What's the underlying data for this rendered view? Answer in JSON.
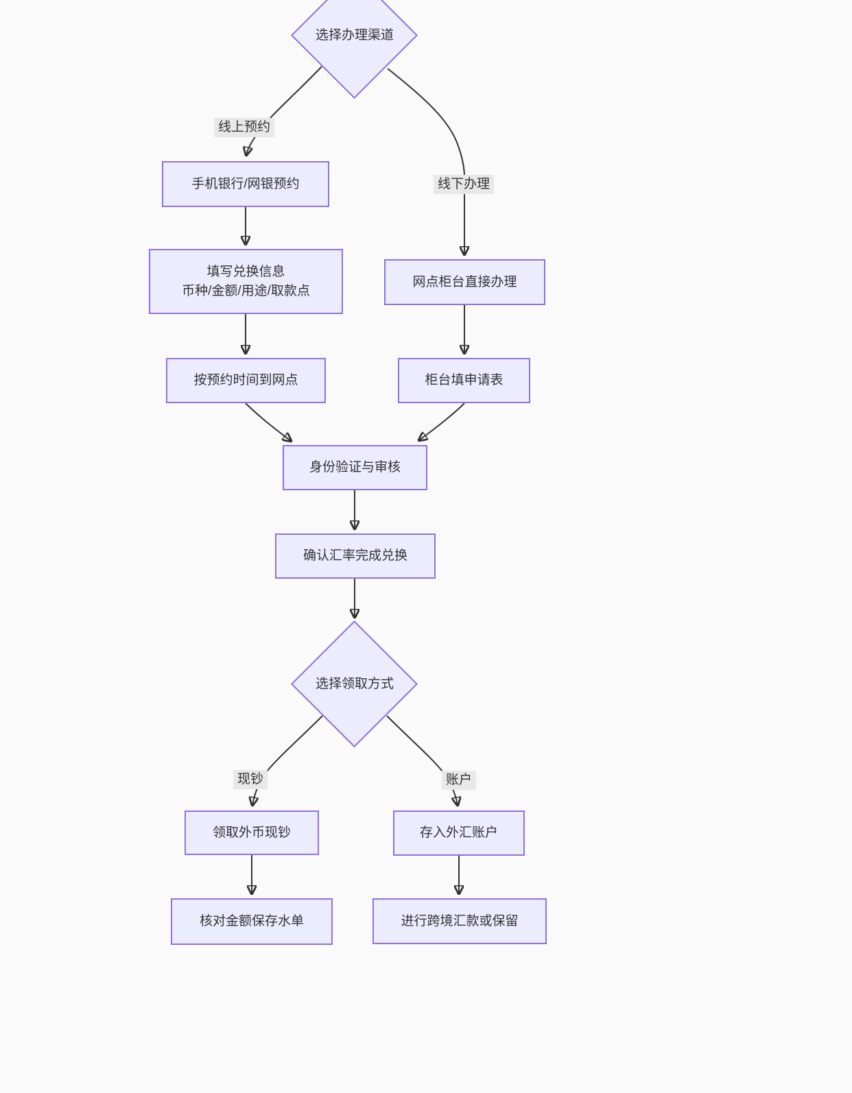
{
  "diagram": {
    "nodes": {
      "choose_channel": {
        "label": "选择办理渠道"
      },
      "mobile_banking": {
        "label": "手机银行/网银预约"
      },
      "fill_info": {
        "line1": "填写兑换信息",
        "line2": "币种/金额/用途/取款点"
      },
      "arrive_branch": {
        "label": "按预约时间到网点"
      },
      "counter_direct": {
        "label": "网点柜台直接办理"
      },
      "counter_form": {
        "label": "柜台填申请表"
      },
      "identity_verify": {
        "label": "身份验证与审核"
      },
      "confirm_rate": {
        "label": "确认汇率完成兑换"
      },
      "choose_pickup": {
        "label": "选择领取方式"
      },
      "receive_cash": {
        "label": "领取外币现钞"
      },
      "verify_amount": {
        "label": "核对金额保存水单"
      },
      "deposit_account": {
        "label": "存入外汇账户"
      },
      "cross_border": {
        "label": "进行跨境汇款或保留"
      }
    },
    "edge_labels": {
      "online": "线上预约",
      "offline": "线下办理",
      "cash": "现钞",
      "account": "账户"
    },
    "colors": {
      "node_fill": "#ECECFF",
      "node_border": "#9370DB",
      "edge_line": "#333333",
      "edge_label_bg": "#e8e8e8",
      "text": "#333333",
      "background": "#fafafa"
    }
  }
}
